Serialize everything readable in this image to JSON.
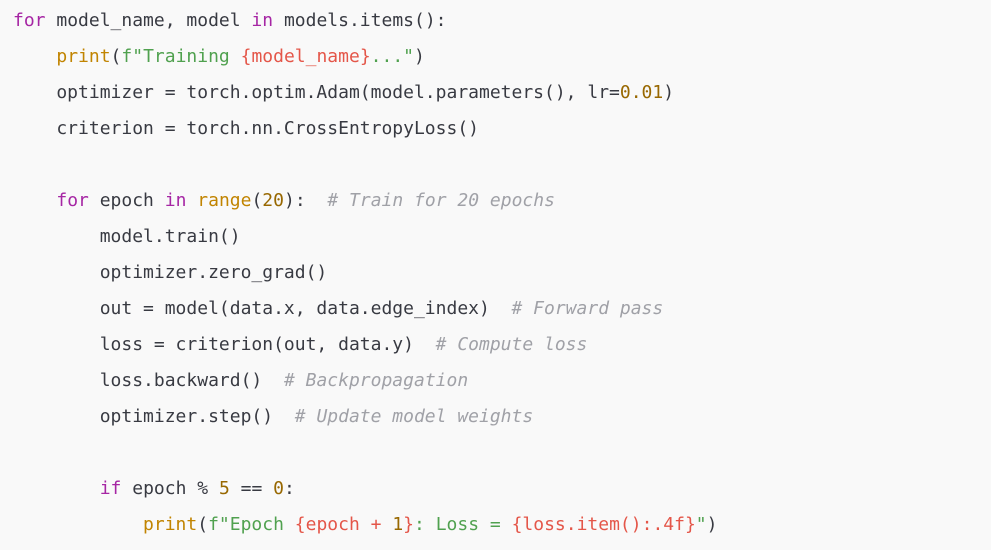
{
  "code": {
    "language": "python",
    "colors": {
      "background": "#f9f9f9",
      "plain": "#383a42",
      "keyword": "#a626a4",
      "builtin": "#c18401",
      "string": "#50a14f",
      "number": "#986801",
      "interpolation": "#e45649",
      "comment": "#a0a1a7"
    },
    "lines": [
      [
        [
          "keyword",
          "for"
        ],
        [
          "plain",
          " model_name, model "
        ],
        [
          "keyword",
          "in"
        ],
        [
          "plain",
          " models.items():"
        ]
      ],
      [
        [
          "plain",
          "    "
        ],
        [
          "builtin",
          "print"
        ],
        [
          "plain",
          "("
        ],
        [
          "string",
          "f\"Training "
        ],
        [
          "interp",
          "{model_name}"
        ],
        [
          "string",
          "...\""
        ],
        [
          "plain",
          ")"
        ]
      ],
      [
        [
          "plain",
          "    optimizer = torch.optim.Adam(model.parameters(), lr="
        ],
        [
          "number",
          "0.01"
        ],
        [
          "plain",
          ")"
        ]
      ],
      [
        [
          "plain",
          "    criterion = torch.nn.CrossEntropyLoss()"
        ]
      ],
      [],
      [
        [
          "plain",
          "    "
        ],
        [
          "keyword",
          "for"
        ],
        [
          "plain",
          " epoch "
        ],
        [
          "keyword",
          "in"
        ],
        [
          "plain",
          " "
        ],
        [
          "builtin",
          "range"
        ],
        [
          "plain",
          "("
        ],
        [
          "number",
          "20"
        ],
        [
          "plain",
          "):  "
        ],
        [
          "comment",
          "# Train for 20 epochs"
        ]
      ],
      [
        [
          "plain",
          "        model.train()"
        ]
      ],
      [
        [
          "plain",
          "        optimizer.zero_grad()"
        ]
      ],
      [
        [
          "plain",
          "        out = model(data.x, data.edge_index)  "
        ],
        [
          "comment",
          "# Forward pass"
        ]
      ],
      [
        [
          "plain",
          "        loss = criterion(out, data.y)  "
        ],
        [
          "comment",
          "# Compute loss"
        ]
      ],
      [
        [
          "plain",
          "        loss.backward()  "
        ],
        [
          "comment",
          "# Backpropagation"
        ]
      ],
      [
        [
          "plain",
          "        optimizer.step()  "
        ],
        [
          "comment",
          "# Update model weights"
        ]
      ],
      [],
      [
        [
          "plain",
          "        "
        ],
        [
          "keyword",
          "if"
        ],
        [
          "plain",
          " epoch % "
        ],
        [
          "number",
          "5"
        ],
        [
          "plain",
          " == "
        ],
        [
          "number",
          "0"
        ],
        [
          "plain",
          ":"
        ]
      ],
      [
        [
          "plain",
          "            "
        ],
        [
          "builtin",
          "print"
        ],
        [
          "plain",
          "("
        ],
        [
          "string",
          "f\"Epoch "
        ],
        [
          "interp",
          "{epoch + "
        ],
        [
          "number",
          "1"
        ],
        [
          "interp",
          "}"
        ],
        [
          "string",
          ": Loss = "
        ],
        [
          "interp",
          "{loss.item():.4f}"
        ],
        [
          "string",
          "\""
        ],
        [
          "plain",
          ")"
        ]
      ]
    ]
  }
}
